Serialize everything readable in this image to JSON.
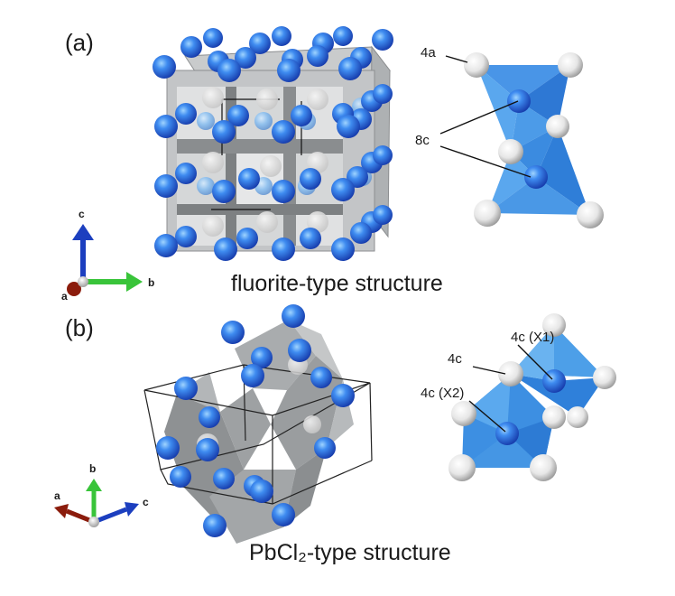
{
  "panels": [
    {
      "label": "(a)",
      "caption": "fluorite-type structure",
      "sites": {
        "a_site": "4a",
        "c_site": "8c"
      },
      "axes": {
        "vertical": "c",
        "horizontal": "b",
        "depth": "a"
      }
    },
    {
      "label": "(b)",
      "caption": "PbCl₂-type structure",
      "sites": {
        "x1": "4c (X1)",
        "plain": "4c",
        "x2": "4c (X2)"
      },
      "axes": {
        "vertical": "b",
        "left": "a",
        "right": "c"
      }
    }
  ],
  "colors": {
    "anion_sphere": "#2f6fe0",
    "cation_sphere": "#e9e9e9",
    "polyhedron_blue": "#4a9fe8",
    "polyhedron_grey": "#a9acae",
    "axis_green": "#39c43a",
    "axis_blue": "#1c3fbf",
    "axis_red": "#8b1c0c"
  },
  "icons": [
    "blue-anion-sphere",
    "white-cation-sphere",
    "axis-triad-icon"
  ]
}
